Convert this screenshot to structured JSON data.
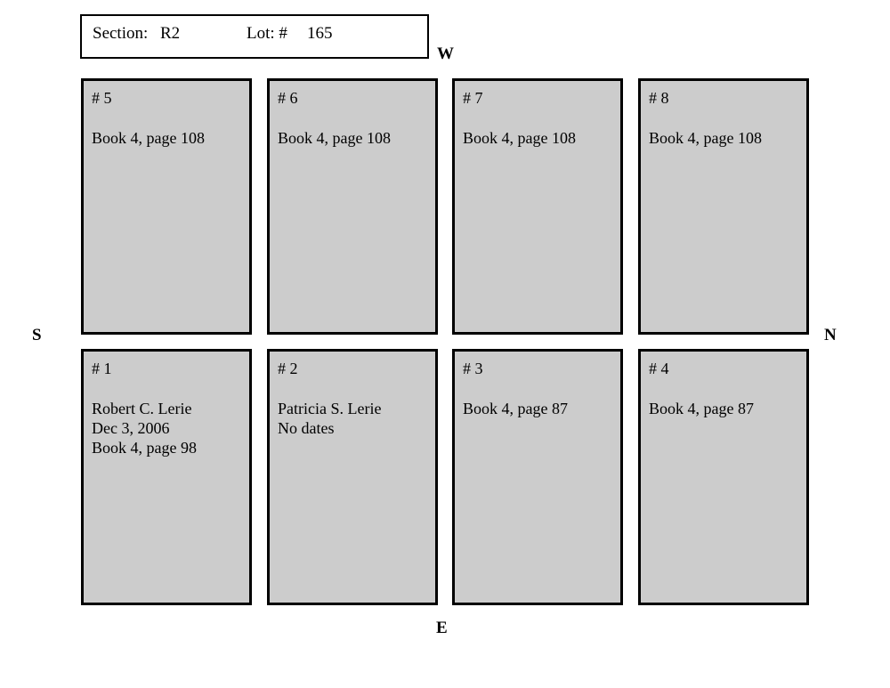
{
  "header": {
    "section_label": "Section:",
    "section_value": "R2",
    "lot_label": "Lot: #",
    "lot_value": "165"
  },
  "compass": {
    "west": "W",
    "south": "S",
    "north": "N",
    "east": "E"
  },
  "plots": [
    {
      "number": "# 5",
      "lines": [
        "Book 4, page 108"
      ],
      "row": "top",
      "column": 1
    },
    {
      "number": "# 6",
      "lines": [
        "Book 4, page 108"
      ],
      "row": "top",
      "column": 2
    },
    {
      "number": "# 7",
      "lines": [
        "Book 4, page 108"
      ],
      "row": "top",
      "column": 3
    },
    {
      "number": "# 8",
      "lines": [
        "Book 4, page 108"
      ],
      "row": "top",
      "column": 4
    },
    {
      "number": "# 1",
      "lines": [
        "Robert C. Lerie",
        "Dec 3, 2006",
        "Book 4, page 98"
      ],
      "row": "bottom",
      "column": 1
    },
    {
      "number": "# 2",
      "lines": [
        "Patricia S. Lerie",
        "No dates"
      ],
      "row": "bottom",
      "column": 2
    },
    {
      "number": "# 3",
      "lines": [
        "Book 4, page 87"
      ],
      "row": "bottom",
      "column": 3
    },
    {
      "number": "# 4",
      "lines": [
        "Book 4, page 87"
      ],
      "row": "bottom",
      "column": 4
    }
  ],
  "colors": {
    "plot_fill": "#cccccc",
    "border": "#000000",
    "background": "#ffffff",
    "text": "#000000"
  }
}
